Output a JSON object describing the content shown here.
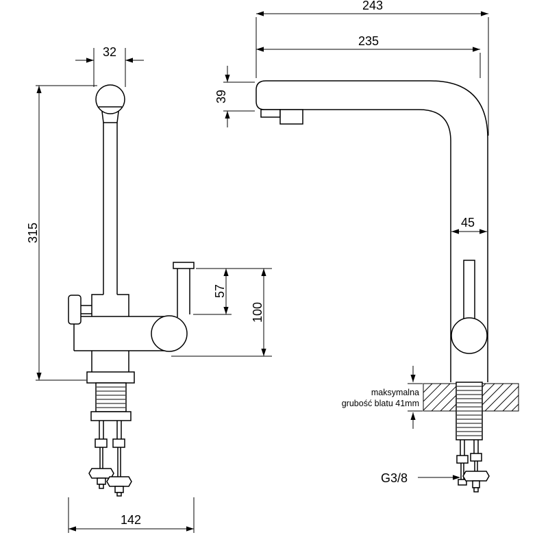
{
  "drawing": {
    "front_view": {
      "dim_head_width": "32",
      "dim_height": "315",
      "dim_spout_drop": "57",
      "dim_outlet_drop": "100",
      "dim_width": "142"
    },
    "side_view": {
      "dim_depth_total": "243",
      "dim_depth_spout": "235",
      "dim_spout_thickness": "39",
      "dim_body_width": "45",
      "counter_note_line1": "maksymalna",
      "counter_note_line2": "grubość blatu 41mm",
      "thread_size": "G3/8"
    },
    "colors": {
      "line": "#000000",
      "background": "#ffffff"
    }
  }
}
